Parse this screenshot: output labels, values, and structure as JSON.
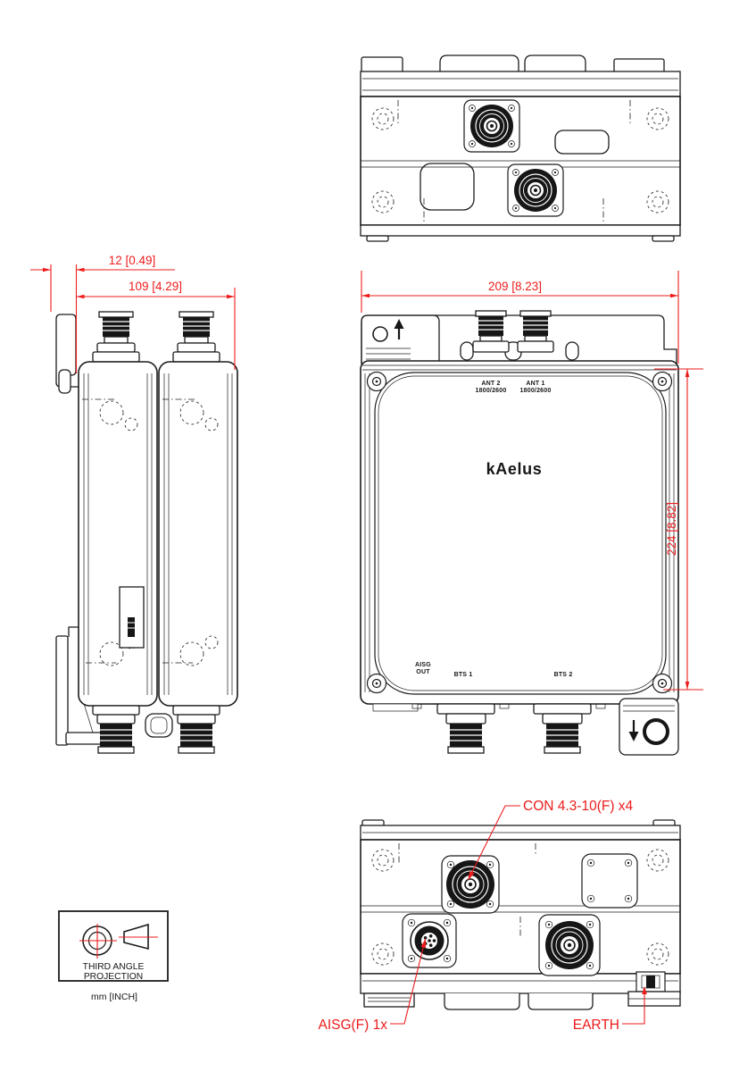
{
  "dims": {
    "offset": "12 [0.49]",
    "side_width": "109 [4.29]",
    "front_width": "209 [8.23]",
    "front_height": "224 [8.82]"
  },
  "front": {
    "ant2": "ANT 2",
    "ant2_band": "1800/2600",
    "ant1": "ANT 1",
    "ant1_band": "1800/2600",
    "aisg1": "AISG",
    "aisg2": "OUT",
    "bts1": "BTS 1",
    "bts2": "BTS 2",
    "logo": "kAelus"
  },
  "callouts": {
    "con": "CON 4.3-10(F) x4",
    "aisg": "AISG(F) 1x",
    "earth": "EARTH"
  },
  "projection": {
    "line1": "THIRD ANGLE",
    "line2": "PROJECTION",
    "units": "mm [INCH]"
  },
  "colors": {
    "dimension_red": "#ed1c1c",
    "line_black": "#1c1c1c",
    "background": "#ffffff"
  }
}
